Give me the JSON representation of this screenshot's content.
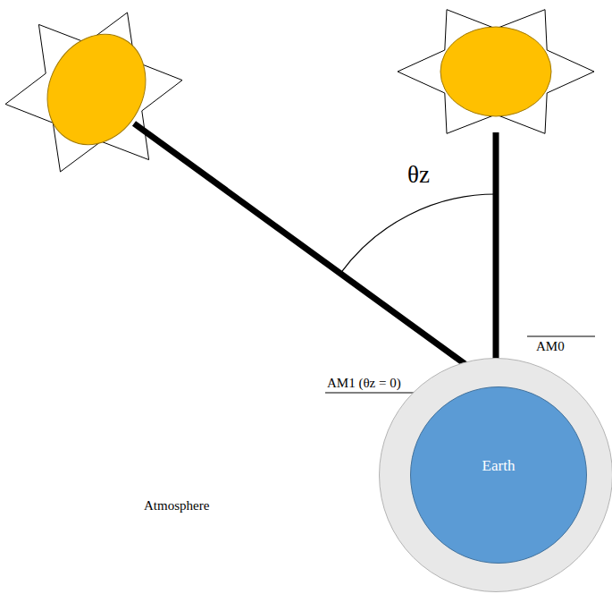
{
  "diagram": {
    "nodes": [
      {
        "text": [
          "Atmosphere"
        ]
      },
      {
        "text": [
          "Earth"
        ],
        "in": 0
      }
    ],
    "labels": [
      "θz",
      "AM0",
      "AM1 (θz = 0)"
    ]
  }
}
